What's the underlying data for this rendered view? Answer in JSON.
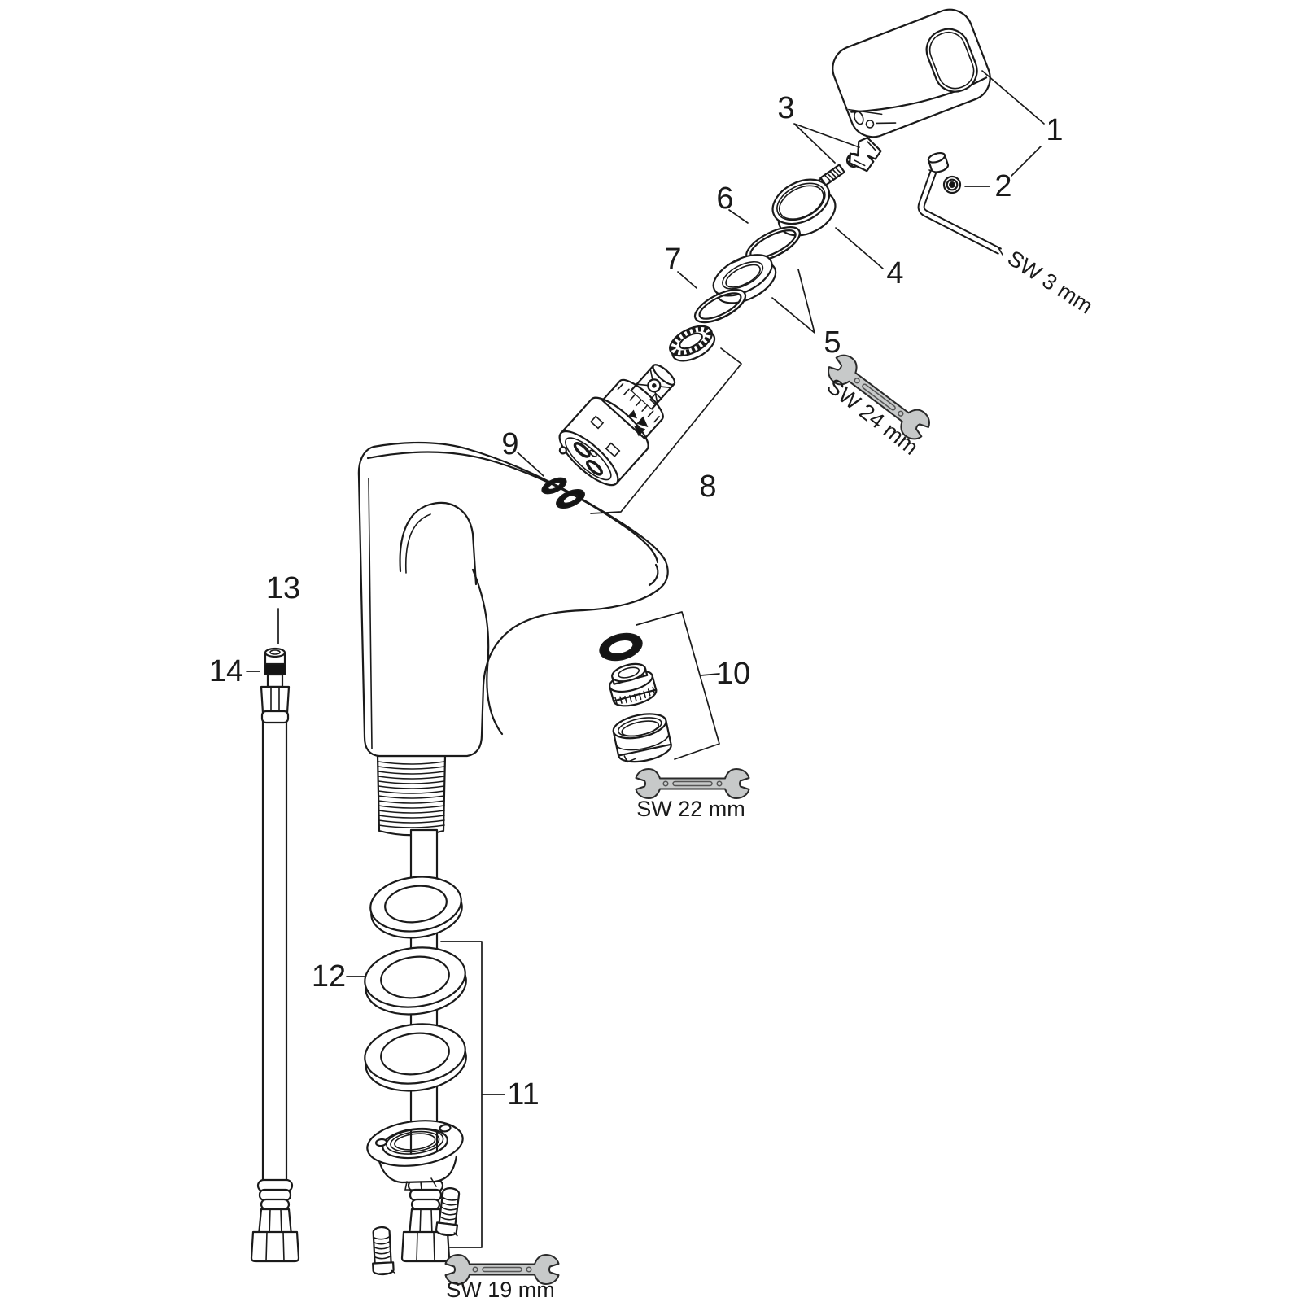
{
  "diagram": {
    "parts": {
      "p1": "1",
      "p2": "2",
      "p3": "3",
      "p4": "4",
      "p5": "5",
      "p6": "6",
      "p7": "7",
      "p8": "8",
      "p9": "9",
      "p10": "10",
      "p11": "11",
      "p12": "12",
      "p13": "13",
      "p14": "14"
    },
    "tools": {
      "allen_key": "SW 3 mm",
      "wrench_24": "SW 24 mm",
      "wrench_22": "SW 22 mm",
      "wrench_19": "SW 19 mm"
    },
    "colors": {
      "line": "#1a1a1a",
      "background": "#ffffff",
      "tool_fill": "#c7c9c9",
      "seal_fill": "#141414"
    }
  }
}
